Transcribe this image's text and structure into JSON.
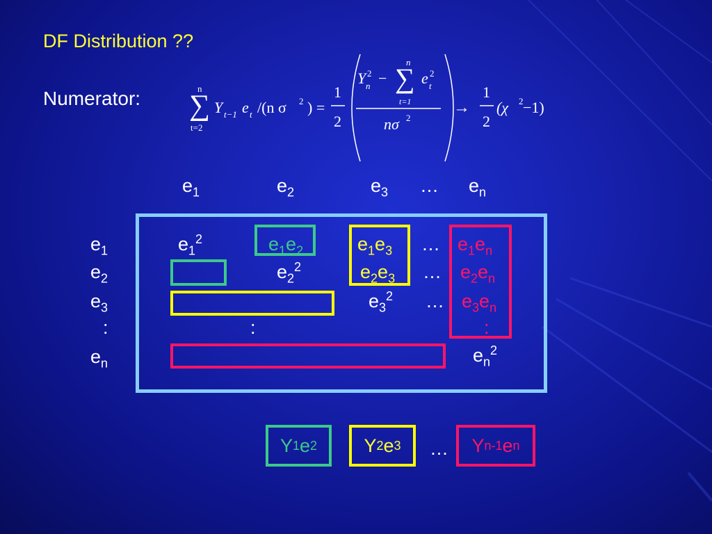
{
  "slide": {
    "title": "DF Distribution ??",
    "numerator_label": "Numerator:"
  },
  "formula": {
    "sum1_upper": "n",
    "sum1_lower": "t=2",
    "sum1_body": "Y",
    "sum1_body_sub": "t−1",
    "sum1_e": "e",
    "sum1_e_sub": "t",
    "divide": "/(n σ",
    "divide_sup": "2",
    "divide_end": ") =",
    "half_num": "1",
    "half_den": "2",
    "frac_num_Y": "Y",
    "frac_num_Y_sub": "n",
    "frac_num_Y_sup": "2",
    "frac_num_minus": "−",
    "sum2_upper": "n",
    "sum2_lower": "t=1",
    "frac_num_e": "e",
    "frac_num_e_sub": "t",
    "frac_num_e_sup": "2",
    "frac_den": "nσ",
    "frac_den_sup": "2",
    "arrow": "→",
    "result_half_num": "1",
    "result_half_den": "2",
    "result_body": "(χ",
    "result_sup": "2",
    "result_end": " −1)"
  },
  "columns": {
    "h1": "e",
    "h1_sub": "1",
    "h2": "e",
    "h2_sub": "2",
    "h3": "e",
    "h3_sub": "3",
    "dots": "…",
    "hn": "e",
    "hn_sub": "n"
  },
  "rows": {
    "r1": "e",
    "r1_sub": "1",
    "r2": "e",
    "r2_sub": "2",
    "r3": "e",
    "r3_sub": "3",
    "colon": ":",
    "rn": "e",
    "rn_sub": "n"
  },
  "cells": {
    "e1sq": "e",
    "e1sq_sub": "1",
    "e1sq_sup": "2",
    "e1e2_a": "e",
    "e1e2_a_sub": "1",
    "e1e2_b": "e",
    "e1e2_b_sub": "2",
    "e1e3_a": "e",
    "e1e3_a_sub": "1",
    "e1e3_b": "e",
    "e1e3_b_sub": "3",
    "dots": "…",
    "e1en_a": "e",
    "e1en_a_sub": "1",
    "e1en_b": "e",
    "e1en_b_sub": "n",
    "e2sq": "e",
    "e2sq_sub": "2",
    "e2sq_sup": "2",
    "e2e3_a": "e",
    "e2e3_a_sub": "2",
    "e2e3_b": "e",
    "e2e3_b_sub": "3",
    "e2en_a": "e",
    "e2en_a_sub": "2",
    "e2en_b": "e",
    "e2en_b_sub": "n",
    "e3sq": "e",
    "e3sq_sub": "3",
    "e3sq_sup": "2",
    "e3en_a": "e",
    "e3en_a_sub": "3",
    "e3en_b": "e",
    "e3en_b_sub": "n",
    "colon": ":",
    "ensq": "e",
    "ensq_sub": "n",
    "ensq_sup": "2"
  },
  "products": {
    "p1_a": "Y",
    "p1_a_sub": "1",
    "p1_b": "e",
    "p1_b_sub": "2",
    "p2_a": "Y",
    "p2_a_sub": "2",
    "p2_b": "e",
    "p2_b_sub": "3",
    "dots": "…",
    "pn_a": "Y",
    "pn_a_sub": "n-1",
    "pn_b": "e",
    "pn_b_sub": "n"
  },
  "colors": {
    "background": "#1722b0",
    "title": "#ffff33",
    "frame": "#87cefa",
    "green": "#3cc98a",
    "yellow": "#ffff00",
    "red": "#ff1566"
  }
}
